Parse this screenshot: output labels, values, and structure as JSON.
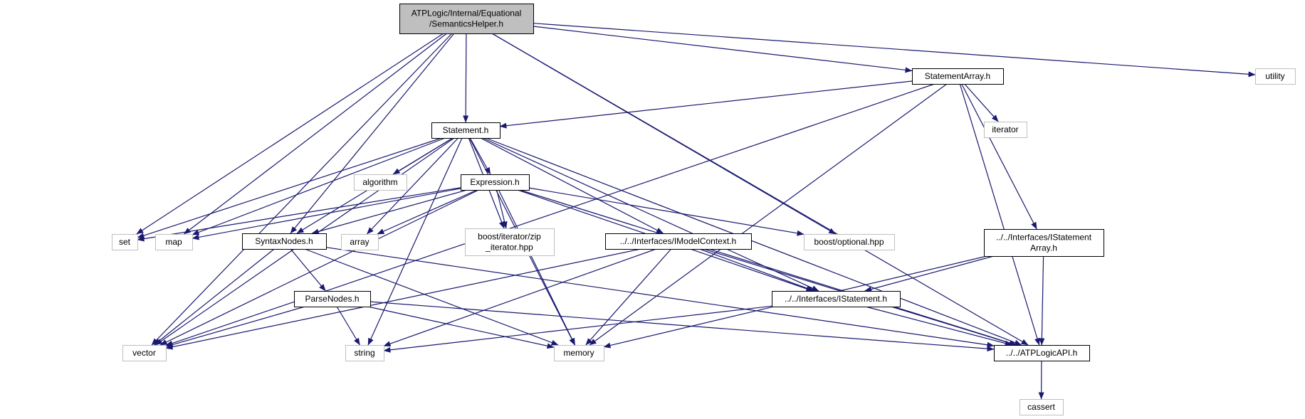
{
  "diagram": {
    "colors": {
      "edge": "#191970",
      "root_fill": "#bfbfbf",
      "header_border": "#000000",
      "system_border": "#bfbfbf",
      "node_fill": "#ffffff"
    },
    "nodes": [
      {
        "id": "root",
        "kind": "root",
        "lines": [
          "ATPLogic/Internal/Equational",
          "/SemanticsHelper.h"
        ]
      },
      {
        "id": "stmtarray",
        "kind": "header",
        "lines": [
          "StatementArray.h"
        ]
      },
      {
        "id": "utility",
        "kind": "system",
        "lines": [
          "utility"
        ]
      },
      {
        "id": "statement",
        "kind": "header",
        "lines": [
          "Statement.h"
        ]
      },
      {
        "id": "iterator",
        "kind": "system",
        "lines": [
          "iterator"
        ]
      },
      {
        "id": "algorithm",
        "kind": "system",
        "lines": [
          "algorithm"
        ]
      },
      {
        "id": "expression",
        "kind": "header",
        "lines": [
          "Expression.h"
        ]
      },
      {
        "id": "set",
        "kind": "system",
        "lines": [
          "set"
        ]
      },
      {
        "id": "map",
        "kind": "system",
        "lines": [
          "map"
        ]
      },
      {
        "id": "syntaxnodes",
        "kind": "header",
        "lines": [
          "SyntaxNodes.h"
        ]
      },
      {
        "id": "array",
        "kind": "system",
        "lines": [
          "array"
        ]
      },
      {
        "id": "zipiter",
        "kind": "system",
        "lines": [
          "boost/iterator/zip",
          "_iterator.hpp"
        ]
      },
      {
        "id": "imodel",
        "kind": "header",
        "lines": [
          "../../Interfaces/IModelContext.h"
        ]
      },
      {
        "id": "optional",
        "kind": "system",
        "lines": [
          "boost/optional.hpp"
        ]
      },
      {
        "id": "istmtarray",
        "kind": "header",
        "lines": [
          "../../Interfaces/IStatement",
          "Array.h"
        ]
      },
      {
        "id": "parsenodes",
        "kind": "header",
        "lines": [
          "ParseNodes.h"
        ]
      },
      {
        "id": "istatement",
        "kind": "header",
        "lines": [
          "../../Interfaces/IStatement.h"
        ]
      },
      {
        "id": "vector",
        "kind": "system",
        "lines": [
          "vector"
        ]
      },
      {
        "id": "string",
        "kind": "system",
        "lines": [
          "string"
        ]
      },
      {
        "id": "memory",
        "kind": "system",
        "lines": [
          "memory"
        ]
      },
      {
        "id": "atpapi",
        "kind": "header",
        "lines": [
          "../../ATPLogicAPI.h"
        ]
      },
      {
        "id": "cassert",
        "kind": "system",
        "lines": [
          "cassert"
        ]
      }
    ],
    "edges": [
      [
        "root",
        "vector"
      ],
      [
        "root",
        "set"
      ],
      [
        "root",
        "map"
      ],
      [
        "root",
        "syntaxnodes"
      ],
      [
        "root",
        "statement"
      ],
      [
        "root",
        "optional"
      ],
      [
        "root",
        "stmtarray"
      ],
      [
        "root",
        "atpapi"
      ],
      [
        "root",
        "utility"
      ],
      [
        "stmtarray",
        "statement"
      ],
      [
        "stmtarray",
        "vector"
      ],
      [
        "stmtarray",
        "memory"
      ],
      [
        "stmtarray",
        "iterator"
      ],
      [
        "stmtarray",
        "istmtarray"
      ],
      [
        "stmtarray",
        "atpapi"
      ],
      [
        "statement",
        "vector"
      ],
      [
        "statement",
        "set"
      ],
      [
        "statement",
        "map"
      ],
      [
        "statement",
        "string"
      ],
      [
        "statement",
        "array"
      ],
      [
        "statement",
        "syntaxnodes"
      ],
      [
        "statement",
        "algorithm"
      ],
      [
        "statement",
        "expression"
      ],
      [
        "statement",
        "zipiter"
      ],
      [
        "statement",
        "memory"
      ],
      [
        "statement",
        "imodel"
      ],
      [
        "statement",
        "istatement"
      ],
      [
        "statement",
        "atpapi"
      ],
      [
        "expression",
        "set"
      ],
      [
        "expression",
        "map"
      ],
      [
        "expression",
        "syntaxnodes"
      ],
      [
        "expression",
        "array"
      ],
      [
        "expression",
        "vector"
      ],
      [
        "expression",
        "zipiter"
      ],
      [
        "expression",
        "memory"
      ],
      [
        "expression",
        "optional"
      ],
      [
        "expression",
        "istatement"
      ],
      [
        "expression",
        "atpapi"
      ],
      [
        "syntaxnodes",
        "vector"
      ],
      [
        "syntaxnodes",
        "parsenodes"
      ],
      [
        "syntaxnodes",
        "memory"
      ],
      [
        "syntaxnodes",
        "atpapi"
      ],
      [
        "imodel",
        "vector"
      ],
      [
        "imodel",
        "string"
      ],
      [
        "imodel",
        "memory"
      ],
      [
        "imodel",
        "istatement"
      ],
      [
        "imodel",
        "atpapi"
      ],
      [
        "istmtarray",
        "istatement"
      ],
      [
        "istmtarray",
        "memory"
      ],
      [
        "istmtarray",
        "atpapi"
      ],
      [
        "parsenodes",
        "vector"
      ],
      [
        "parsenodes",
        "string"
      ],
      [
        "parsenodes",
        "memory"
      ],
      [
        "parsenodes",
        "atpapi"
      ],
      [
        "istatement",
        "string"
      ],
      [
        "istatement",
        "atpapi"
      ],
      [
        "atpapi",
        "cassert"
      ]
    ]
  }
}
